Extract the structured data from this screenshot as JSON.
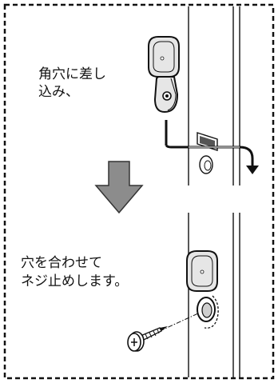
{
  "instructions": {
    "step1": {
      "line1": "角穴に差し",
      "line2": "込み、"
    },
    "step2": {
      "line1": "穴を合わせて",
      "line2": "ネジ止めします。"
    }
  },
  "colors": {
    "line": "#111111",
    "arrow_fill": "#8c8c8c",
    "bracket_fill": "#e6e6e6",
    "bracket_mid": "#cfcfcf",
    "background": "#ffffff"
  },
  "icons": {
    "step_arrow": "down-arrow-icon",
    "insert_arrow": "curved-arrow-icon",
    "screw": "screw-icon"
  }
}
